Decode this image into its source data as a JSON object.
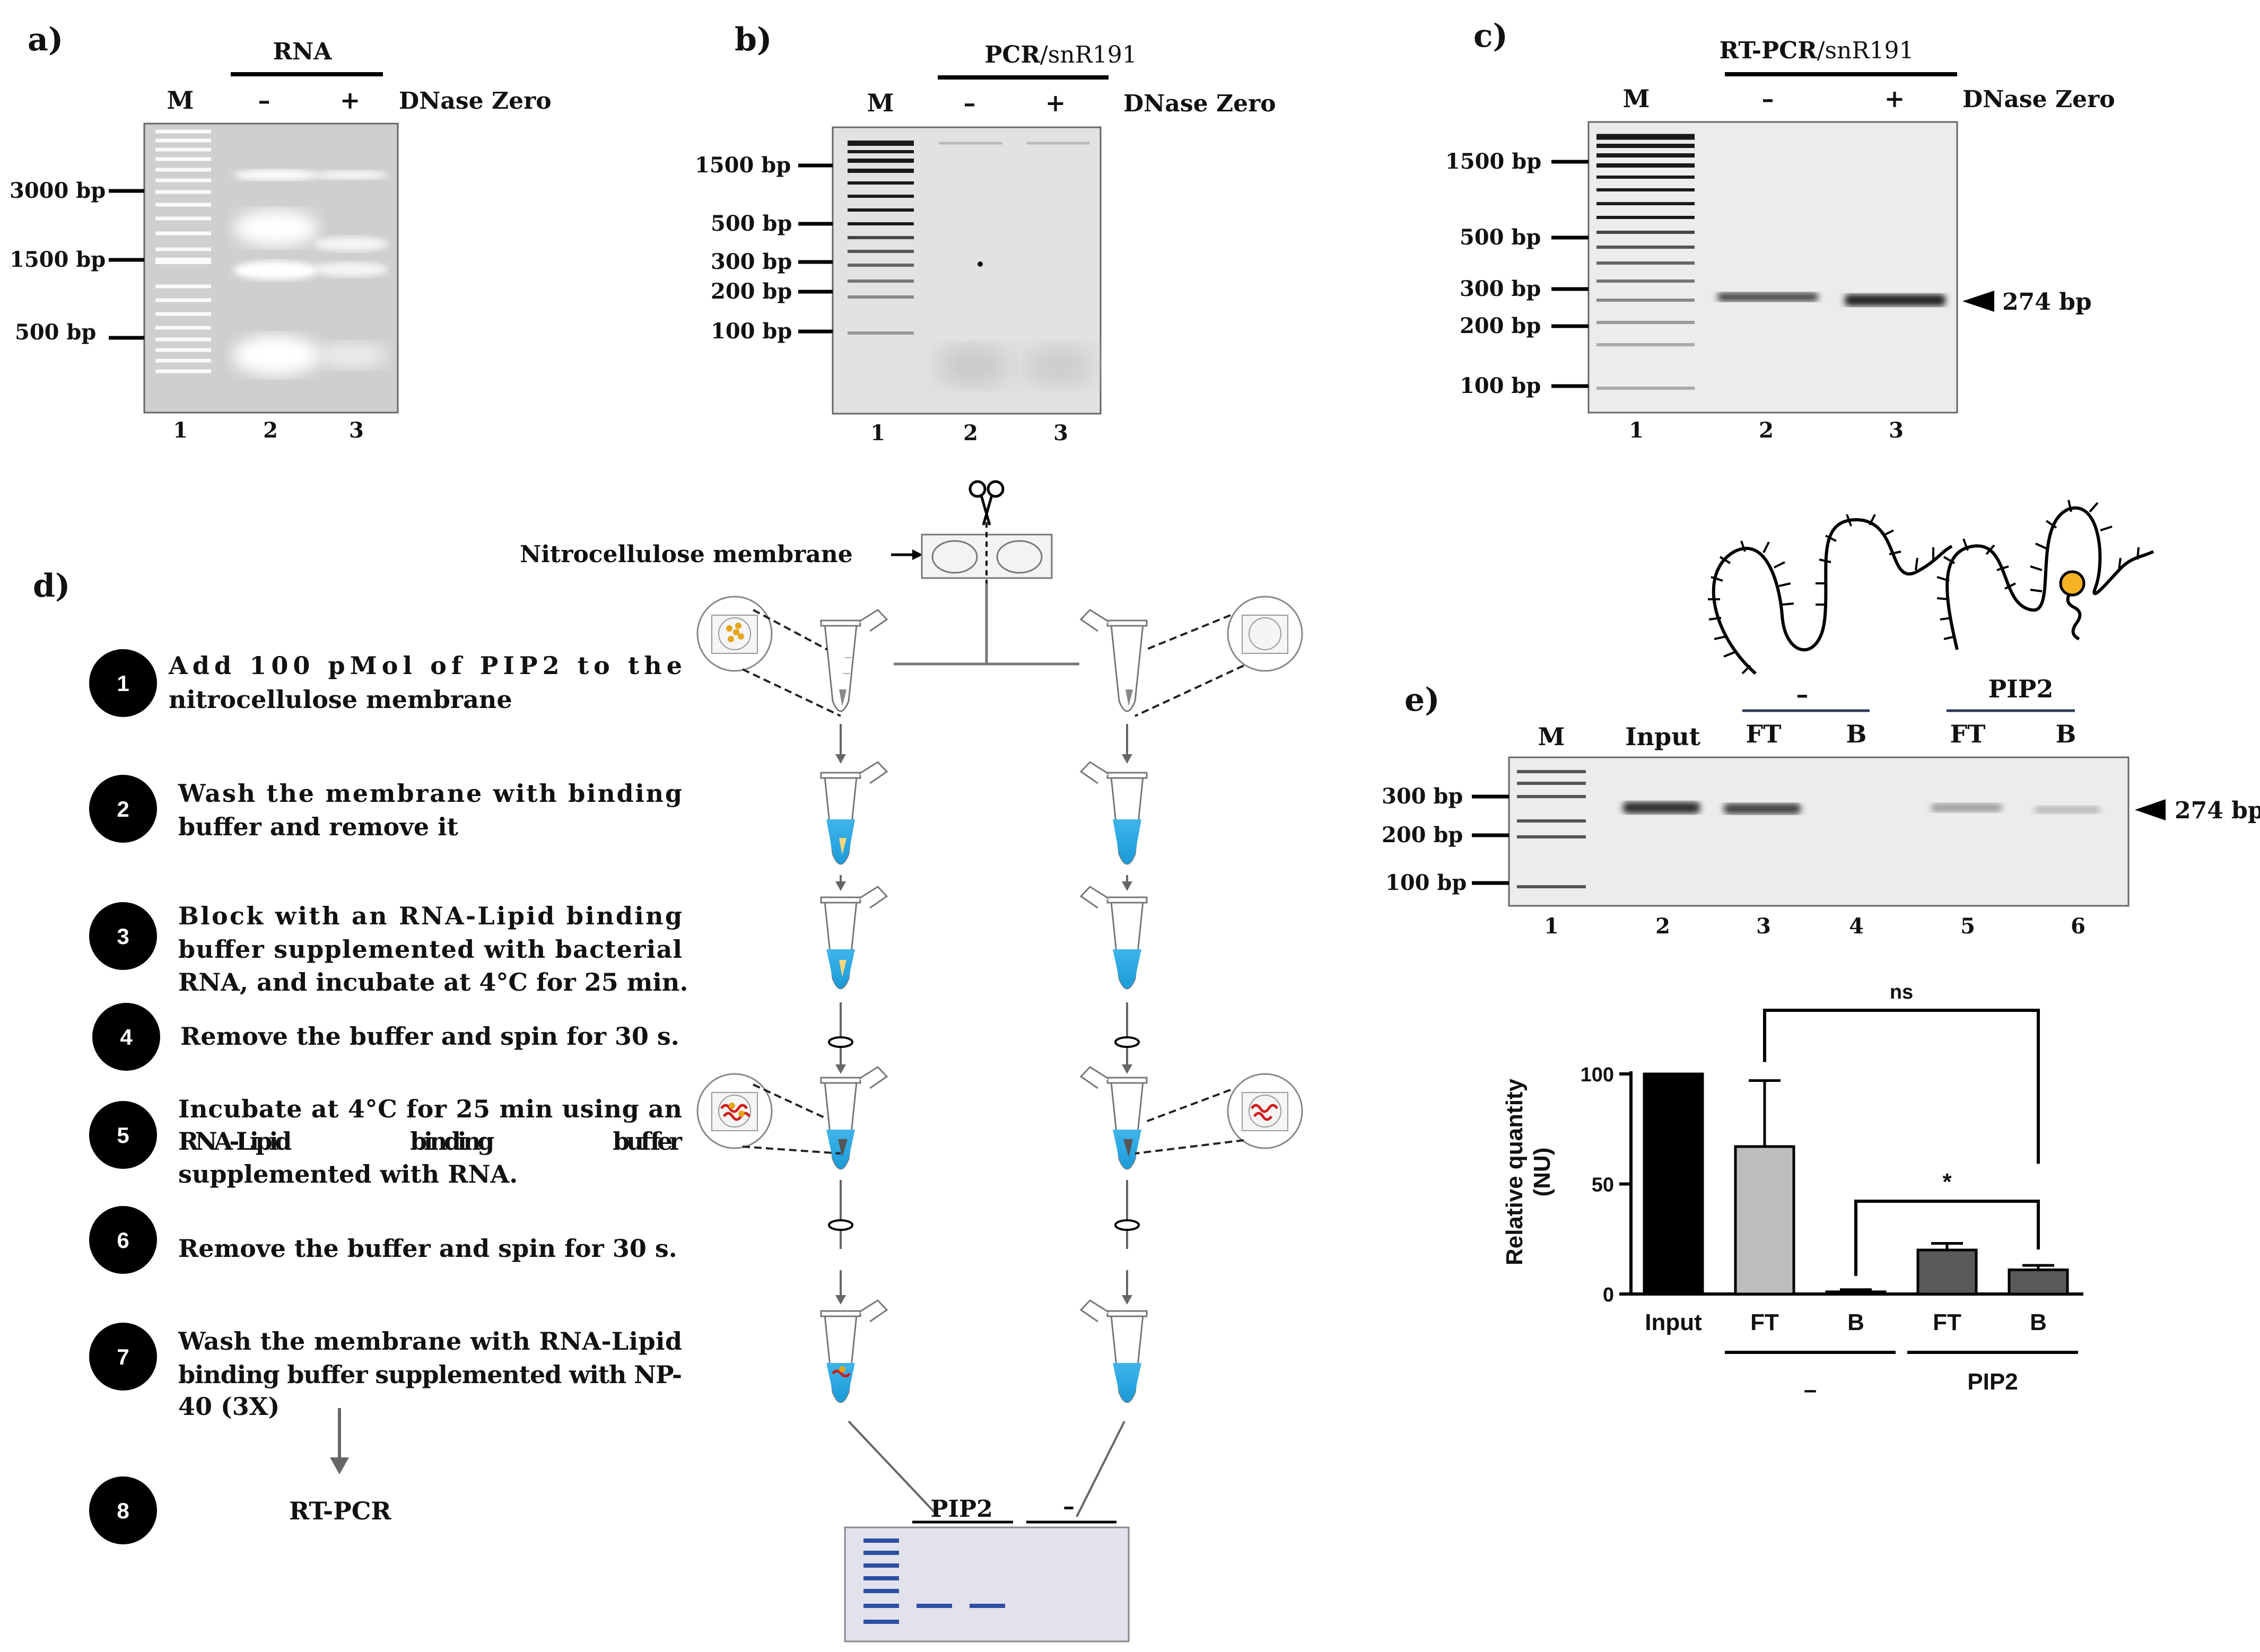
{
  "panels": {
    "a": {
      "label": "a)",
      "header": "RNA",
      "treatment": "DNase Zero",
      "lanes": [
        "M",
        "–",
        "+"
      ],
      "lane_numbers": [
        "1",
        "2",
        "3"
      ],
      "markers": [
        "3000 bp",
        "1500 bp",
        "500 bp"
      ]
    },
    "b": {
      "label": "b)",
      "header_a": "PCR",
      "header_b": "/snR191",
      "treatment": "DNase Zero",
      "lanes": [
        "M",
        "–",
        "+"
      ],
      "lane_numbers": [
        "1",
        "2",
        "3"
      ],
      "markers": [
        "1500 bp",
        "500 bp",
        "300 bp",
        "200 bp",
        "100 bp"
      ]
    },
    "c": {
      "label": "c)",
      "header_a": "RT-PCR",
      "header_b": "/snR191",
      "treatment": "DNase Zero",
      "lanes": [
        "M",
        "–",
        "+"
      ],
      "lane_numbers": [
        "1",
        "2",
        "3"
      ],
      "markers": [
        "1500 bp",
        "500 bp",
        "300 bp",
        "200 bp",
        "100 bp"
      ],
      "band_label": "274 bp"
    },
    "d": {
      "label": "d)",
      "membrane_label": "Nitrocellulose membrane",
      "steps": [
        {
          "n": "1",
          "lines": [
            "Add 100 pMol of PIP2 to the",
            "nitrocellulose membrane"
          ]
        },
        {
          "n": "2",
          "lines": [
            "Wash the membrane with binding",
            "buffer and remove it"
          ]
        },
        {
          "n": "3",
          "lines": [
            "Block with an RNA-Lipid binding",
            "buffer supplemented with bacterial",
            "RNA, and incubate at 4°C for 25 min."
          ]
        },
        {
          "n": "4",
          "lines": [
            "Remove the buffer and spin for 30 s."
          ]
        },
        {
          "n": "5",
          "lines": [
            "Incubate at 4°C for 25 min using an",
            "RNA-Lipid binding buffer",
            "supplemented with RNA."
          ]
        },
        {
          "n": "6",
          "lines": [
            "Remove the buffer and spin for 30 s."
          ]
        },
        {
          "n": "7",
          "lines": [
            "Wash the membrane with RNA-Lipid",
            "binding buffer supplemented with NP-",
            "40 (3X)"
          ]
        },
        {
          "n": "8",
          "lines": [
            "RT-PCR"
          ]
        }
      ],
      "gel_left": "PIP2",
      "gel_right": "–"
    },
    "e": {
      "label": "e)",
      "lanes": [
        "M",
        "Input",
        "FT",
        "B",
        "FT",
        "B"
      ],
      "lane_numbers": [
        "1",
        "2",
        "3",
        "4",
        "5",
        "6"
      ],
      "group_minus": "–",
      "group_pip2": "PIP2",
      "markers": [
        "300 bp",
        "200 bp",
        "100 bp"
      ],
      "band_label": "274 bp"
    }
  },
  "chart_data": {
    "type": "bar",
    "categories": [
      "Input",
      "FT",
      "B",
      "FT",
      "B"
    ],
    "values": [
      100,
      67,
      1,
      20,
      11
    ],
    "errors": [
      0,
      30,
      1,
      3,
      2
    ],
    "colors": [
      "#000000",
      "#bdbdbd",
      "#777777",
      "#5a5a5a",
      "#5a5a5a"
    ],
    "groups": [
      {
        "label": "–",
        "categories": [
          1,
          2
        ]
      },
      {
        "label": "PIP2",
        "categories": [
          3,
          4
        ]
      }
    ],
    "ylabel_line1": "Relative quantity",
    "ylabel_line2": "(NU)",
    "yticks": [
      0,
      50,
      100
    ],
    "ylim": [
      0,
      100
    ],
    "significance": [
      {
        "label": "ns",
        "from": 1,
        "to": 4
      },
      {
        "label": "*",
        "from": 2,
        "to": 4
      }
    ]
  }
}
